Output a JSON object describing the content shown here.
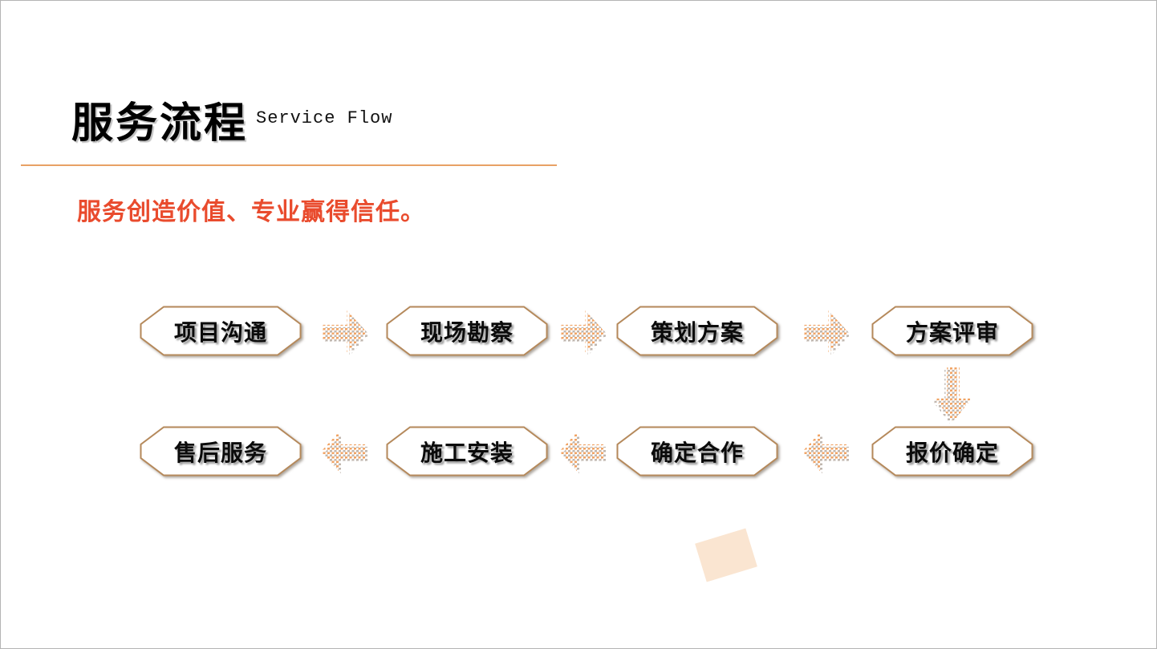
{
  "page": {
    "title": "服务流程",
    "subtitle": "Service Flow",
    "slogan": "服务创造价值、专业赢得信任。"
  },
  "flow": {
    "row1": [
      {
        "label": "项目沟通"
      },
      {
        "label": "现场勘察"
      },
      {
        "label": "策划方案"
      },
      {
        "label": "方案评审"
      }
    ],
    "row2": [
      {
        "label": "售后服务"
      },
      {
        "label": "施工安装"
      },
      {
        "label": "确定合作"
      },
      {
        "label": "报价确定"
      }
    ],
    "sequence": [
      "项目沟通",
      "现场勘察",
      "策划方案",
      "方案评审",
      "报价确定",
      "确定合作",
      "施工安装",
      "售后服务"
    ],
    "arrows": {
      "row1_direction": "right",
      "row2_direction": "left",
      "column_connector": "down"
    }
  },
  "icons": {
    "arrow_right": "pixel-dotted-right-arrow",
    "arrow_left": "pixel-dotted-left-arrow",
    "arrow_down": "pixel-dotted-down-arrow"
  },
  "colors": {
    "slogan_red": "#e94b2d",
    "divider_orange": "#e8a165",
    "arrow_orange": "#f0a466",
    "arrow_shadow_gray": "#c0b7af",
    "box_border_tan": "#b5895b",
    "deco_peach": "#fae5d1",
    "page_border_gray": "#b4b4b4"
  }
}
